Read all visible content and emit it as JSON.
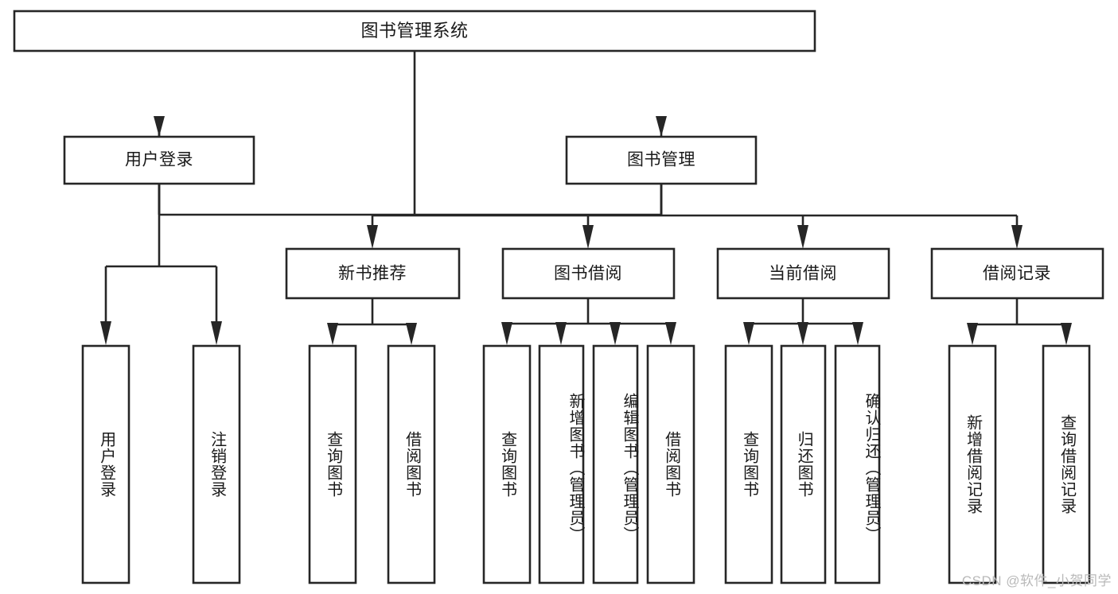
{
  "diagram": {
    "type": "tree",
    "title": "图书管理系统",
    "watermark": "CSDN @软件_小贺同学",
    "colors": {
      "stroke": "#262626",
      "box_fill": "#ffffff",
      "text": "#1a1a1a",
      "watermark": "#b9b9b9",
      "background": "#ffffff"
    },
    "root": {
      "label": "图书管理系统"
    },
    "level2": [
      {
        "label": "用户登录"
      },
      {
        "label": "图书管理"
      }
    ],
    "level3": [
      {
        "label": "新书推荐"
      },
      {
        "label": "图书借阅"
      },
      {
        "label": "当前借阅"
      },
      {
        "label": "借阅记录"
      }
    ],
    "leaves": {
      "user_login": [
        {
          "label": "用户登录"
        },
        {
          "label": "注销登录"
        }
      ],
      "new_book_recommend": [
        {
          "label": "查询图书"
        },
        {
          "label": "借阅图书"
        }
      ],
      "book_borrow": [
        {
          "label": "查询图书"
        },
        {
          "label": "新增图书（管理员）"
        },
        {
          "label": "编辑图书（管理员）"
        },
        {
          "label": "借阅图书"
        }
      ],
      "current_borrow": [
        {
          "label": "查询图书"
        },
        {
          "label": "归还图书"
        },
        {
          "label": "确认归还（管理员）"
        }
      ],
      "borrow_record": [
        {
          "label": "新增借阅记录"
        },
        {
          "label": "查询借阅记录"
        }
      ]
    }
  }
}
